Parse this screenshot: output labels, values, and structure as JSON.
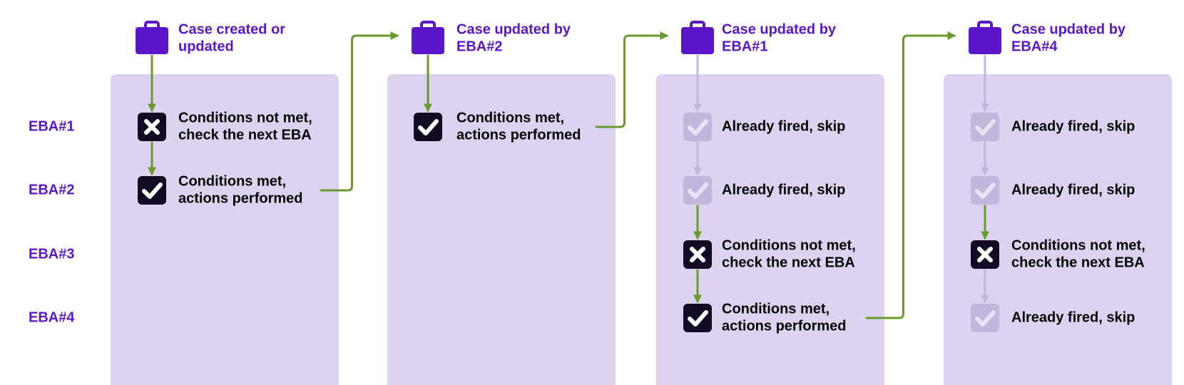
{
  "rows": [
    "EBA#1",
    "EBA#2",
    "EBA#3",
    "EBA#4"
  ],
  "columns": [
    {
      "title": [
        "Case created or",
        "updated"
      ],
      "icon": "briefcase-icon",
      "steps": [
        {
          "row": 0,
          "status": "not-met",
          "icon": "cross-icon",
          "text": [
            "Conditions not met,",
            "check the next EBA"
          ]
        },
        {
          "row": 1,
          "status": "met",
          "icon": "check-icon",
          "text": [
            "Conditions met,",
            "actions performed"
          ]
        }
      ]
    },
    {
      "title": [
        "Case updated by",
        "EBA#2"
      ],
      "icon": "briefcase-icon",
      "steps": [
        {
          "row": 0,
          "status": "met",
          "icon": "check-icon",
          "text": [
            "Conditions met,",
            "actions performed"
          ]
        }
      ]
    },
    {
      "title": [
        "Case updated by",
        "EBA#1"
      ],
      "icon": "briefcase-icon",
      "steps": [
        {
          "row": 0,
          "status": "skipped",
          "icon": "check-icon",
          "text": [
            "Already fired, skip"
          ]
        },
        {
          "row": 1,
          "status": "skipped",
          "icon": "check-icon",
          "text": [
            "Already fired, skip"
          ]
        },
        {
          "row": 2,
          "status": "not-met",
          "icon": "cross-icon",
          "text": [
            "Conditions not met,",
            "check the next EBA"
          ]
        },
        {
          "row": 3,
          "status": "met",
          "icon": "check-icon",
          "text": [
            "Conditions met,",
            "actions performed"
          ]
        }
      ]
    },
    {
      "title": [
        "Case updated by",
        "EBA#4"
      ],
      "icon": "briefcase-icon",
      "steps": [
        {
          "row": 0,
          "status": "skipped",
          "icon": "check-icon",
          "text": [
            "Already fired, skip"
          ]
        },
        {
          "row": 1,
          "status": "skipped",
          "icon": "check-icon",
          "text": [
            "Already fired, skip"
          ]
        },
        {
          "row": 2,
          "status": "not-met",
          "icon": "cross-icon",
          "text": [
            "Conditions not met,",
            "check the next EBA"
          ]
        },
        {
          "row": 3,
          "status": "skipped",
          "icon": "check-icon",
          "text": [
            "Already fired, skip"
          ]
        }
      ]
    }
  ],
  "colors": {
    "accent": "#5b16c9",
    "panel": "#ddd3f0",
    "flow": "#6a9a2e",
    "faint": "#c2b6dd",
    "icon_dark": "#120a22"
  }
}
